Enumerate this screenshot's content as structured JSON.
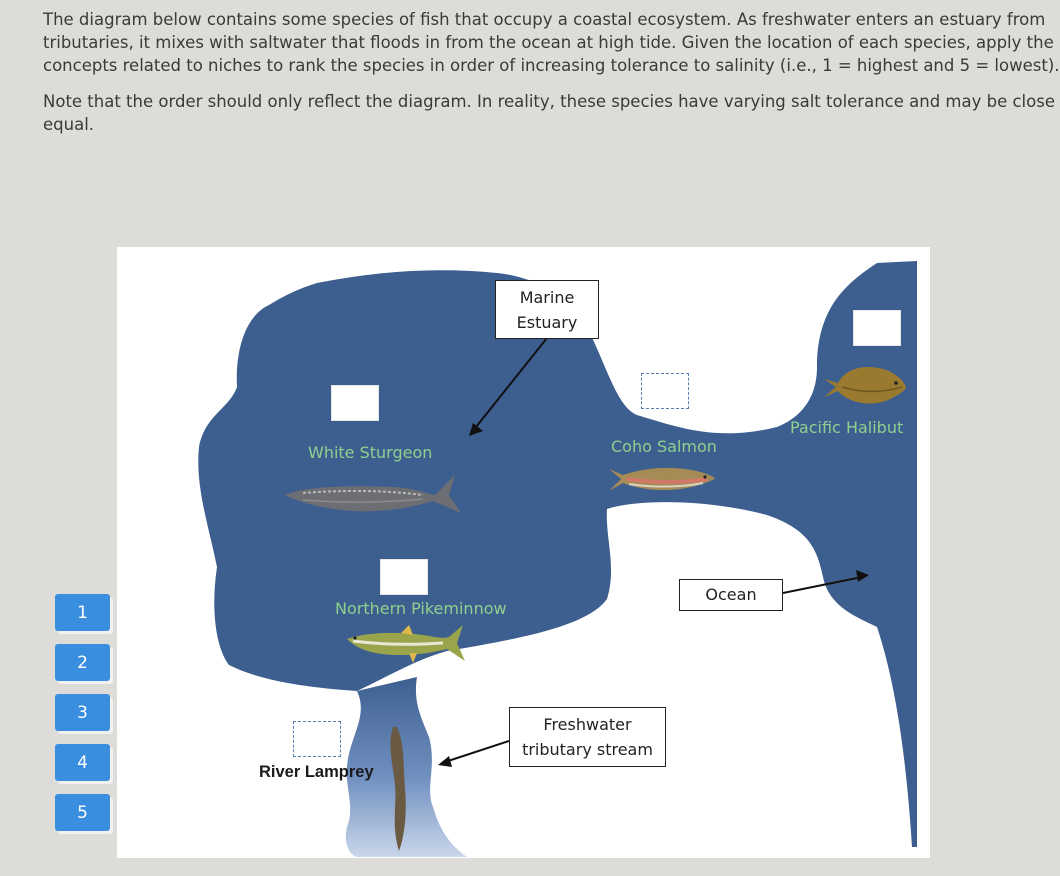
{
  "question": {
    "paragraph1_lines": [
      "The diagram below contains some species of fish that occupy a coastal ecosystem. As freshwater enters an estuary from",
      "tributaries, it mixes with saltwater that floods in from the ocean at high tide. Given the location of each species, apply the",
      "concepts related to niches to rank the species in order of increasing tolerance to salinity (i.e., 1 = highest and 5 = lowest)."
    ],
    "paragraph2_lines": [
      "Note that the order should only reflect the diagram. In reality, these species have varying salt tolerance and may be close",
      "equal."
    ]
  },
  "diagram": {
    "callouts": {
      "marine_estuary": [
        "Marine",
        "Estuary"
      ],
      "ocean": "Ocean",
      "freshwater": [
        "Freshwater",
        "tributary stream"
      ]
    },
    "species": {
      "white_sturgeon": "White Sturgeon",
      "coho_salmon": "Coho Salmon",
      "pacific_halibut": "Pacific Halibut",
      "northern_pikeminnow": "Northern Pikeminnow",
      "river_lamprey": "River Lamprey"
    },
    "colors": {
      "water": "#3d5f8f",
      "label_green": "#8ed08e",
      "chip_blue": "#3a8ee0"
    }
  },
  "rank_chips": [
    "1",
    "2",
    "3",
    "4",
    "5"
  ]
}
